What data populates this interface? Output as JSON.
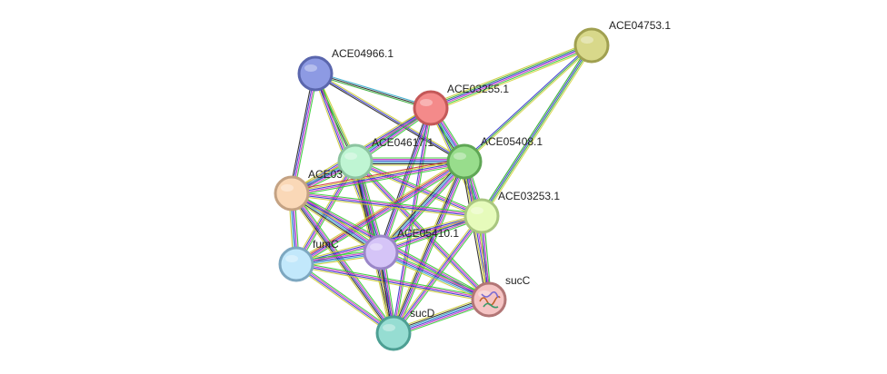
{
  "nodes": [
    {
      "id": "ACE04753.1",
      "label": "ACE04753.1",
      "fill": "#d8d88a",
      "stroke": "#a0a050"
    },
    {
      "id": "ACE04966.1",
      "label": "ACE04966.1",
      "fill": "#8d9ae3",
      "stroke": "#5a66ad"
    },
    {
      "id": "ACE03255.1",
      "label": "ACE03255.1",
      "fill": "#f48a8a",
      "stroke": "#c45858"
    },
    {
      "id": "ACE04617.1",
      "label": "ACE04617.1",
      "fill": "#bff5d3",
      "stroke": "#8cc4a0"
    },
    {
      "id": "ACE05408.1",
      "label": "ACE05408.1",
      "fill": "#98dd8c",
      "stroke": "#5fa655"
    },
    {
      "id": "ACE03",
      "label": "ACE03",
      "fill": "#fad8b7",
      "stroke": "#c4a283"
    },
    {
      "id": "ACE03253.1",
      "label": "ACE03253.1",
      "fill": "#e6fbbb",
      "stroke": "#a9c680"
    },
    {
      "id": "fumC",
      "label": "fumC",
      "fill": "#c2e8fb",
      "stroke": "#7da7c0"
    },
    {
      "id": "ACE05410.1",
      "label": "ACE05410.1",
      "fill": "#d5c4f7",
      "stroke": "#9a86c8"
    },
    {
      "id": "sucC",
      "label": "sucC",
      "fill": "#f5c4c4",
      "stroke": "#b27676",
      "icon": "protein-structure-icon"
    },
    {
      "id": "sucD",
      "label": "sucD",
      "fill": "#96ddd2",
      "stroke": "#4d9f93"
    }
  ],
  "edges": [
    {
      "a": "ACE04753.1",
      "b": "ACE03255.1",
      "colors": [
        "#d4d444",
        "#33cc33",
        "#cc33cc",
        "#3333cc",
        "#33aa33",
        "#cccc33"
      ]
    },
    {
      "a": "ACE04753.1",
      "b": "ACE05408.1",
      "colors": [
        "#d4d444",
        "#33aa33",
        "#3333cc"
      ]
    },
    {
      "a": "ACE04753.1",
      "b": "ACE03253.1",
      "colors": [
        "#d4d444",
        "#33aa33",
        "#3333cc",
        "#22aa22"
      ]
    },
    {
      "a": "ACE04966.1",
      "b": "ACE03255.1",
      "colors": [
        "#33aacc",
        "#222222",
        "#33aa33"
      ]
    },
    {
      "a": "ACE04966.1",
      "b": "ACE04617.1",
      "colors": [
        "#cccc33",
        "#33aa33",
        "#222222"
      ]
    },
    {
      "a": "ACE04966.1",
      "b": "ACE05408.1",
      "colors": [
        "#cccc33",
        "#3333cc",
        "#222222"
      ]
    },
    {
      "a": "ACE04966.1",
      "b": "ACE03",
      "colors": [
        "#33cc33",
        "#cc33cc",
        "#3333cc",
        "#222222"
      ]
    },
    {
      "a": "ACE04966.1",
      "b": "ACE05410.1",
      "colors": [
        "#33cc33",
        "#cc33cc",
        "#3333cc",
        "#cccc33"
      ]
    },
    {
      "a": "ACE03255.1",
      "b": "ACE04617.1",
      "colors": [
        "#33cc33",
        "#cc33cc",
        "#3333cc",
        "#33aacc",
        "#cccc33"
      ]
    },
    {
      "a": "ACE03255.1",
      "b": "ACE05408.1",
      "colors": [
        "#33cc33",
        "#cc33cc",
        "#3333cc",
        "#33aacc",
        "#222222",
        "#cccc33"
      ]
    },
    {
      "a": "ACE03255.1",
      "b": "ACE03",
      "colors": [
        "#33cc33",
        "#cc33cc",
        "#3333cc",
        "#cccc33"
      ]
    },
    {
      "a": "ACE03255.1",
      "b": "ACE05410.1",
      "colors": [
        "#33cc33",
        "#cc33cc",
        "#3333cc",
        "#222222"
      ]
    },
    {
      "a": "ACE03255.1",
      "b": "ACE03253.1",
      "colors": [
        "#33cc33",
        "#3333cc",
        "#cccc33"
      ]
    },
    {
      "a": "ACE03255.1",
      "b": "sucD",
      "colors": [
        "#33cc33",
        "#cc33cc",
        "#3333cc"
      ]
    },
    {
      "a": "ACE04617.1",
      "b": "ACE05408.1",
      "colors": [
        "#33cc33",
        "#cc33cc",
        "#3333cc",
        "#33aacc",
        "#222222",
        "#cccc33"
      ]
    },
    {
      "a": "ACE04617.1",
      "b": "ACE03",
      "colors": [
        "#33cc33",
        "#cc33cc",
        "#3333cc",
        "#33aacc",
        "#cccc33"
      ]
    },
    {
      "a": "ACE04617.1",
      "b": "fumC",
      "colors": [
        "#33cc33",
        "#cc33cc",
        "#3333cc",
        "#cccc33"
      ]
    },
    {
      "a": "ACE04617.1",
      "b": "ACE05410.1",
      "colors": [
        "#33cc33",
        "#cc33cc",
        "#3333cc",
        "#33aacc",
        "#222222",
        "#cccc33"
      ]
    },
    {
      "a": "ACE04617.1",
      "b": "ACE03253.1",
      "colors": [
        "#33cc33",
        "#cc33cc",
        "#3333cc",
        "#cccc33"
      ]
    },
    {
      "a": "ACE04617.1",
      "b": "sucC",
      "colors": [
        "#33cc33",
        "#cc33cc",
        "#3333cc",
        "#cccc33"
      ]
    },
    {
      "a": "ACE04617.1",
      "b": "sucD",
      "colors": [
        "#33cc33",
        "#cc33cc",
        "#3333cc",
        "#222222",
        "#cccc33"
      ]
    },
    {
      "a": "ACE05408.1",
      "b": "ACE03",
      "colors": [
        "#33cc33",
        "#cc33cc",
        "#3333cc",
        "#cccc33",
        "#cc3333"
      ]
    },
    {
      "a": "ACE05408.1",
      "b": "fumC",
      "colors": [
        "#33cc33",
        "#cc33cc",
        "#3333cc",
        "#cc3333",
        "#cccc33"
      ]
    },
    {
      "a": "ACE05408.1",
      "b": "ACE05410.1",
      "colors": [
        "#33cc33",
        "#cc33cc",
        "#3333cc",
        "#33aacc",
        "#222222",
        "#cccc33"
      ]
    },
    {
      "a": "ACE05408.1",
      "b": "ACE03253.1",
      "colors": [
        "#33cc33",
        "#cc33cc",
        "#3333cc",
        "#33aacc",
        "#cccc33"
      ]
    },
    {
      "a": "ACE05408.1",
      "b": "sucC",
      "colors": [
        "#33cc33",
        "#cc33cc",
        "#3333cc",
        "#cccc33",
        "#222222"
      ]
    },
    {
      "a": "ACE05408.1",
      "b": "sucD",
      "colors": [
        "#33cc33",
        "#cc33cc",
        "#3333cc",
        "#222222",
        "#cccc33"
      ]
    },
    {
      "a": "ACE03",
      "b": "fumC",
      "colors": [
        "#33cc33",
        "#cc33cc",
        "#3333cc",
        "#33aacc",
        "#cccc33"
      ]
    },
    {
      "a": "ACE03",
      "b": "ACE05410.1",
      "colors": [
        "#33cc33",
        "#cc33cc",
        "#3333cc",
        "#33aacc",
        "#222222",
        "#cccc33"
      ]
    },
    {
      "a": "ACE03",
      "b": "ACE03253.1",
      "colors": [
        "#33cc33",
        "#cc33cc",
        "#3333cc",
        "#cccc33"
      ]
    },
    {
      "a": "ACE03",
      "b": "sucC",
      "colors": [
        "#33cc33",
        "#cc33cc",
        "#3333cc",
        "#cccc33"
      ]
    },
    {
      "a": "ACE03",
      "b": "sucD",
      "colors": [
        "#33cc33",
        "#cc33cc",
        "#3333cc",
        "#222222",
        "#cccc33"
      ]
    },
    {
      "a": "ACE03253.1",
      "b": "fumC",
      "colors": [
        "#33cc33",
        "#cc33cc",
        "#3333cc",
        "#cccc33"
      ]
    },
    {
      "a": "ACE03253.1",
      "b": "ACE05410.1",
      "colors": [
        "#33cc33",
        "#cc33cc",
        "#3333cc",
        "#cccc33"
      ]
    },
    {
      "a": "ACE03253.1",
      "b": "sucC",
      "colors": [
        "#33cc33",
        "#cc33cc",
        "#3333cc",
        "#cccc33"
      ]
    },
    {
      "a": "ACE03253.1",
      "b": "sucD",
      "colors": [
        "#33cc33",
        "#cc33cc",
        "#3333cc",
        "#cccc33"
      ]
    },
    {
      "a": "fumC",
      "b": "ACE05410.1",
      "colors": [
        "#33cc33",
        "#cc33cc",
        "#3333cc",
        "#33aacc",
        "#cccc33"
      ]
    },
    {
      "a": "fumC",
      "b": "sucC",
      "colors": [
        "#33cc33",
        "#cc33cc",
        "#3333cc",
        "#cccc33"
      ]
    },
    {
      "a": "fumC",
      "b": "sucD",
      "colors": [
        "#33cc33",
        "#cc33cc",
        "#3333cc",
        "#cccc33"
      ]
    },
    {
      "a": "ACE05410.1",
      "b": "sucC",
      "colors": [
        "#33cc33",
        "#cc33cc",
        "#3333cc",
        "#33aacc",
        "#cccc33"
      ]
    },
    {
      "a": "ACE05410.1",
      "b": "sucD",
      "colors": [
        "#33cc33",
        "#cc33cc",
        "#3333cc",
        "#222222",
        "#cccc33"
      ]
    },
    {
      "a": "sucC",
      "b": "sucD",
      "colors": [
        "#33cc33",
        "#cc33cc",
        "#3333cc",
        "#33aacc",
        "#222222",
        "#cccc33"
      ]
    }
  ]
}
